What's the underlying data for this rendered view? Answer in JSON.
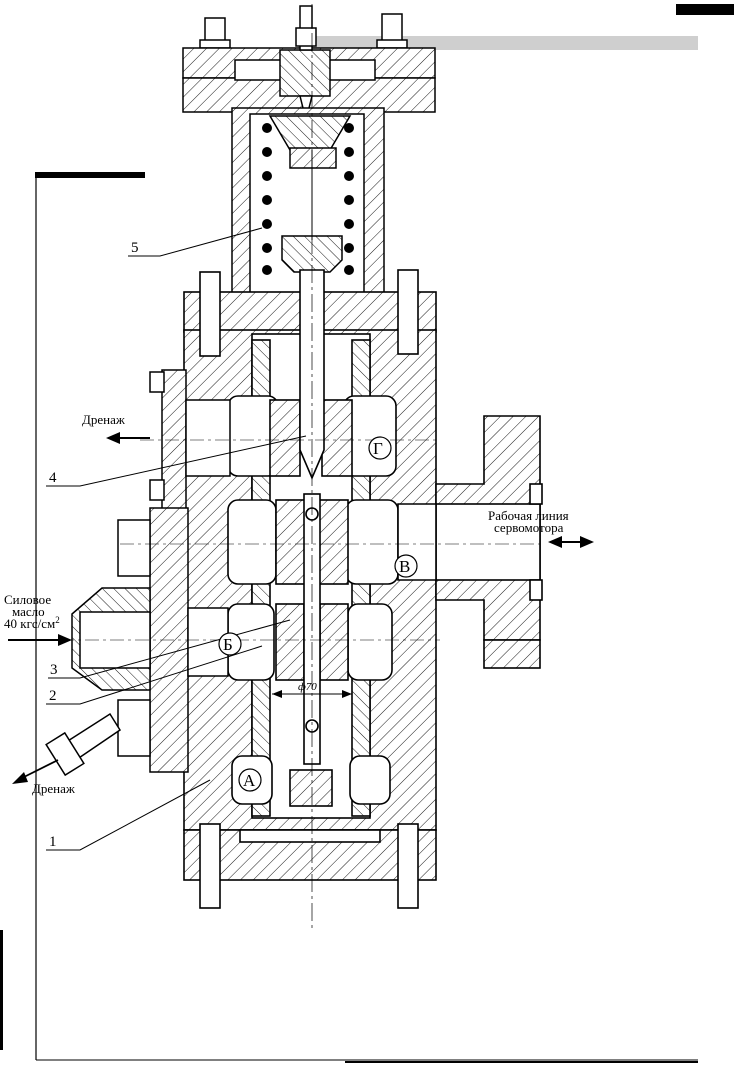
{
  "labels": {
    "drain_top": "Дренаж",
    "drain_bottom": "Дренаж",
    "power_oil_1": "Силовое",
    "power_oil_2": "масло",
    "power_oil_3": "40 кгс/см",
    "power_oil_sup": "2",
    "servo_1": "Рабочая линия",
    "servo_2": "сервомотора",
    "dimension": "ф70"
  },
  "part_numbers": [
    "1",
    "2",
    "3",
    "4",
    "5"
  ],
  "chambers": [
    "А",
    "Б",
    "В",
    "Г"
  ]
}
